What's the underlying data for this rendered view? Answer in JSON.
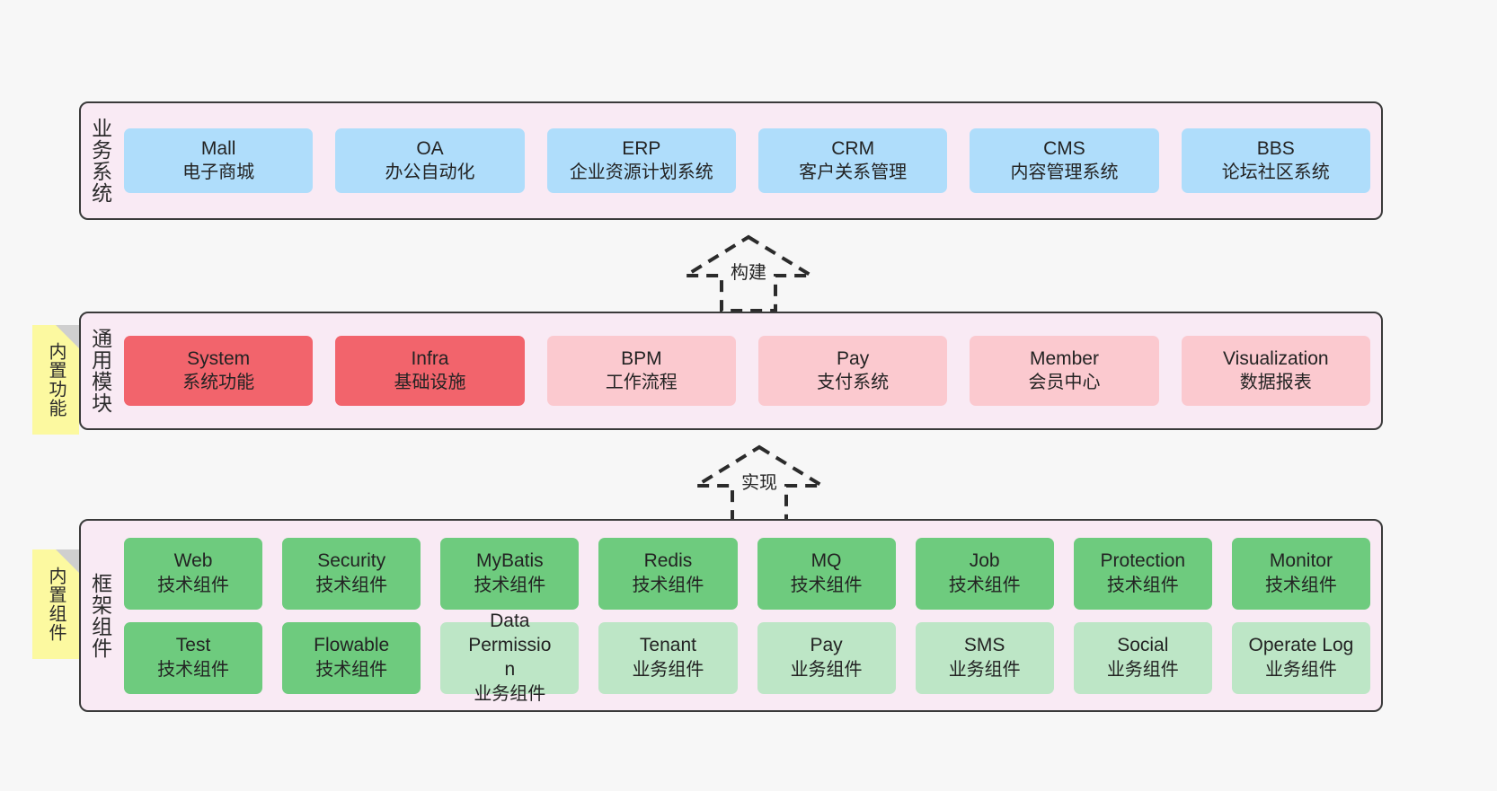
{
  "layers": [
    {
      "label": "业务系统",
      "rows": [
        {
          "nodes": [
            {
              "en": "Mall",
              "cn": "电子商城",
              "style": "n-blue"
            },
            {
              "en": "OA",
              "cn": "办公自动化",
              "style": "n-blue"
            },
            {
              "en": "ERP",
              "cn": "企业资源计划系统",
              "style": "n-blue"
            },
            {
              "en": "CRM",
              "cn": "客户关系管理",
              "style": "n-blue"
            },
            {
              "en": "CMS",
              "cn": "内容管理系统",
              "style": "n-blue"
            },
            {
              "en": "BBS",
              "cn": "论坛社区系统",
              "style": "n-blue"
            }
          ]
        }
      ]
    },
    {
      "label": "通用模块",
      "rows": [
        {
          "nodes": [
            {
              "en": "System",
              "cn": "系统功能",
              "style": "n-red"
            },
            {
              "en": "Infra",
              "cn": "基础设施",
              "style": "n-red"
            },
            {
              "en": "BPM",
              "cn": "工作流程",
              "style": "n-pink"
            },
            {
              "en": "Pay",
              "cn": "支付系统",
              "style": "n-pink"
            },
            {
              "en": "Member",
              "cn": "会员中心",
              "style": "n-pink"
            },
            {
              "en": "Visualization",
              "cn": "数据报表",
              "style": "n-pink"
            }
          ]
        }
      ]
    },
    {
      "label": "框架组件",
      "rows": [
        {
          "nodes": [
            {
              "en": "Web",
              "cn": "技术组件",
              "style": "n-green"
            },
            {
              "en": "Security",
              "cn": "技术组件",
              "style": "n-green"
            },
            {
              "en": "MyBatis",
              "cn": "技术组件",
              "style": "n-green"
            },
            {
              "en": "Redis",
              "cn": "技术组件",
              "style": "n-green"
            },
            {
              "en": "MQ",
              "cn": "技术组件",
              "style": "n-green"
            },
            {
              "en": "Job",
              "cn": "技术组件",
              "style": "n-green"
            },
            {
              "en": "Protection",
              "cn": "技术组件",
              "style": "n-green"
            },
            {
              "en": "Monitor",
              "cn": "技术组件",
              "style": "n-green"
            }
          ]
        },
        {
          "nodes": [
            {
              "en": "Test",
              "cn": "技术组件",
              "style": "n-green"
            },
            {
              "en": "Flowable",
              "cn": "技术组件",
              "style": "n-green"
            },
            {
              "en": "Data Permission",
              "cn": "业务组件",
              "style": "n-greenlight"
            },
            {
              "en": "Tenant",
              "cn": "业务组件",
              "style": "n-greenlight"
            },
            {
              "en": "Pay",
              "cn": "业务组件",
              "style": "n-greenlight"
            },
            {
              "en": "SMS",
              "cn": "业务组件",
              "style": "n-greenlight"
            },
            {
              "en": "Social",
              "cn": "业务组件",
              "style": "n-greenlight"
            },
            {
              "en": "Operate Log",
              "cn": "业务组件",
              "style": "n-greenlight"
            }
          ]
        }
      ]
    }
  ],
  "connectors": [
    {
      "label": "构建"
    },
    {
      "label": "实现"
    }
  ],
  "notes": [
    {
      "text": "内置功能"
    },
    {
      "text": "内置组件"
    }
  ],
  "colors": {
    "background": "#F7F7F7",
    "layer_fill": "#F9EAF4",
    "layer_border": "#3A3A3A",
    "business_system": "#AFDDFB",
    "core_module_strong": "#F2646C",
    "core_module_soft": "#FBC9CF",
    "framework_tech": "#6ECB7E",
    "framework_biz": "#BDE6C6",
    "note_fill": "#FCF9A0",
    "note_fold": "#CFCFCF",
    "connector_stroke": "#2B2B2B"
  }
}
